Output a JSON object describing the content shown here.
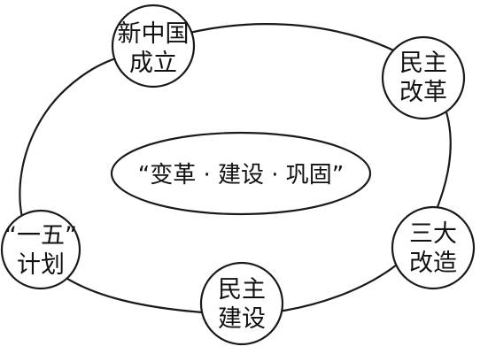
{
  "center": {
    "text": "“变革 · 建设 · 巩固”"
  },
  "nodes": [
    {
      "id": "new-china",
      "lines": [
        "新中国",
        "成立"
      ]
    },
    {
      "id": "democratic-reform",
      "lines": [
        "民主",
        "改革"
      ]
    },
    {
      "id": "three-transformations",
      "lines": [
        "三大",
        "改造"
      ]
    },
    {
      "id": "democratic-construction",
      "lines": [
        "民主",
        "建设"
      ]
    },
    {
      "id": "five-year-plan",
      "lines": [
        "“一五”",
        "计划"
      ]
    }
  ],
  "style": {
    "stroke": "#1a1a1a",
    "text": "#111111",
    "background": "#ffffff"
  }
}
